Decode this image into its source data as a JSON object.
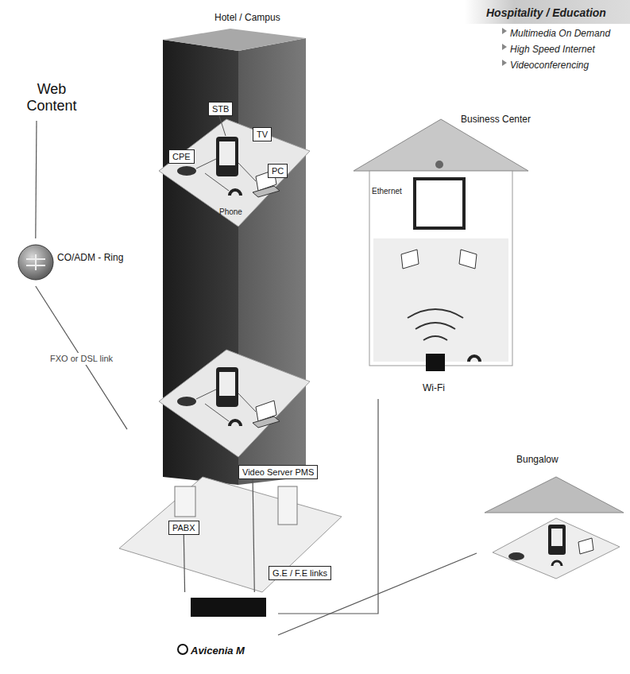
{
  "diagram": {
    "title": "Hospitality / Education",
    "nodes": [
      {
        "text": [
          "Web Content"
        ]
      },
      {
        "text": [
          "CO/ADM - Ring"
        ]
      },
      {
        "text": [
          "Hotel / Campus"
        ]
      },
      {
        "text": [
          "STB"
        ],
        "in": 2
      },
      {
        "text": [
          "TV"
        ],
        "in": 2
      },
      {
        "text": [
          "CPE"
        ],
        "in": 2
      },
      {
        "text": [
          "PC"
        ],
        "in": 2
      },
      {
        "text": [
          "PABX"
        ],
        "in": 2
      },
      {
        "text": [
          "Video Server PMS"
        ],
        "in": 2
      },
      {
        "text": [
          "G.E / F.E links"
        ],
        "in": 2
      },
      {
        "text": [
          "Avicenia M"
        ]
      },
      {
        "text": [
          "Business Center",
          "Ethernet",
          "Wi-Fi"
        ]
      },
      {
        "text": [
          "Bungalow"
        ]
      }
    ],
    "edges": [
      {
        "from": 0,
        "to": 1,
        "arrow": "none"
      },
      {
        "from": 1,
        "to": 2,
        "label": "FXO or DSL link",
        "arrow": "none"
      },
      {
        "from": 7,
        "to": 10,
        "arrow": "none"
      },
      {
        "from": 8,
        "to": 10,
        "arrow": "none"
      },
      {
        "from": 10,
        "to": 11,
        "arrow": "none"
      },
      {
        "from": 10,
        "to": 12,
        "arrow": "none"
      }
    ],
    "labels": [
      "Multimedia On Demand",
      "High Speed Internet",
      "Videoconferencing",
      "Phone"
    ]
  }
}
